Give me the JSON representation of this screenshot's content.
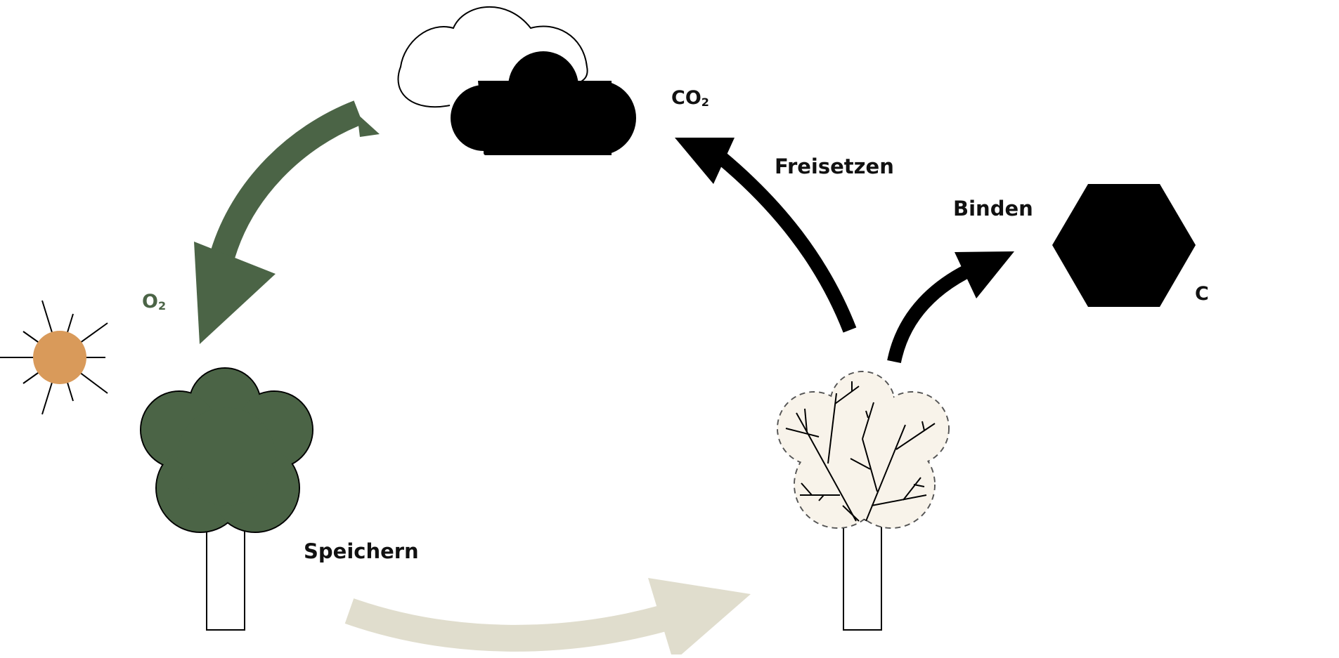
{
  "labels": {
    "speichern": "Speichern",
    "freisetzen": "Freisetzen",
    "binden": "Binden"
  },
  "chemistry": {
    "co2": {
      "base": "CO",
      "sub": "2"
    },
    "o2": {
      "base": "O",
      "sub": "2"
    },
    "c": "C"
  },
  "colors": {
    "green": "#4b6446",
    "beige": "#e0ddcd",
    "sun": "#d99a5a",
    "dark": "#000000",
    "tree_light": "#f8f3ea"
  },
  "icons": {
    "cloud_outline": "cloud-outline-icon",
    "cloud_filled": "cloud-icon",
    "sun": "sun-icon",
    "green_tree": "tree-icon",
    "bare_tree": "bare-tree-icon",
    "carbon": "hexagon-icon"
  }
}
